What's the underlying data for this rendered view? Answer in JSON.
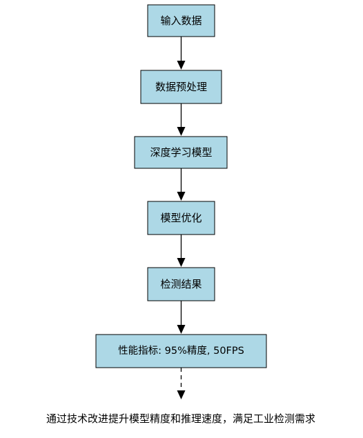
{
  "nodes": {
    "input_data": "输入数据",
    "preprocess": "数据预处理",
    "deep_learning": "深度学习模型",
    "model_opt": "模型优化",
    "detection": "检测结果",
    "metrics": "性能指标: 95%精度, 50FPS"
  },
  "conclusion": "通过技术改进提升模型精度和推理速度，满足工业检测需求",
  "colors": {
    "node_fill": "#add8e6",
    "node_border": "#000000",
    "arrow": "#000000"
  }
}
